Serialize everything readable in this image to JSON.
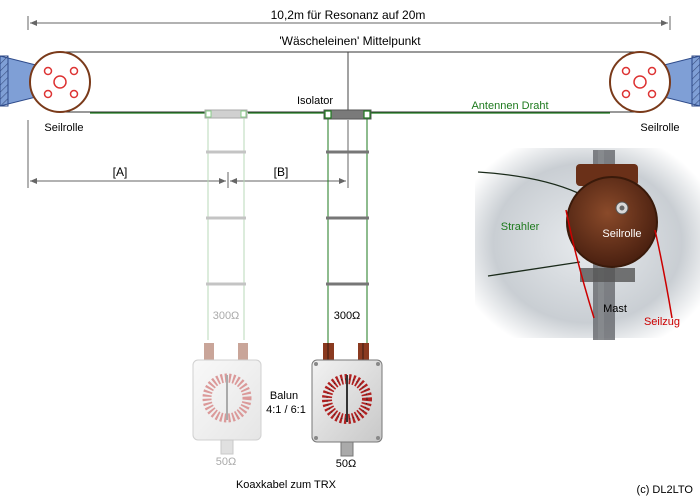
{
  "labels": {
    "span": "10,2m für Resonanz auf 20m",
    "clothesline": "'Wäscheleinen' Mittelpunkt",
    "pulley_left": "Seilrolle",
    "pulley_right": "Seilrolle",
    "antenna_wire": "Antennen Draht",
    "isolator": "Isolator",
    "dim_a": "[A]",
    "dim_b": "[B]",
    "ladder_left_impedance": "300Ω",
    "ladder_right_impedance": "300Ω",
    "balun_line1": "Balun",
    "balun_line2": "4:1 / 6:1",
    "coax_left_impedance": "50Ω",
    "coax_right_impedance": "50Ω",
    "coax_caption": "Koaxkabel zum TRX",
    "copyright": "(c) DL2LTO"
  },
  "photo": {
    "strahler": "Strahler",
    "seilrolle": "Seilrolle",
    "mast": "Mast",
    "seilzug": "Seilzug"
  },
  "colors": {
    "wire_green": "#1e7a1e",
    "text_green": "#1e7a1e",
    "seilzug_red": "#cc0000",
    "pulley_brown": "#7a3a1a",
    "bracket_blue": "#7f9fd6",
    "ladder_faded": "#b8d8b8"
  }
}
